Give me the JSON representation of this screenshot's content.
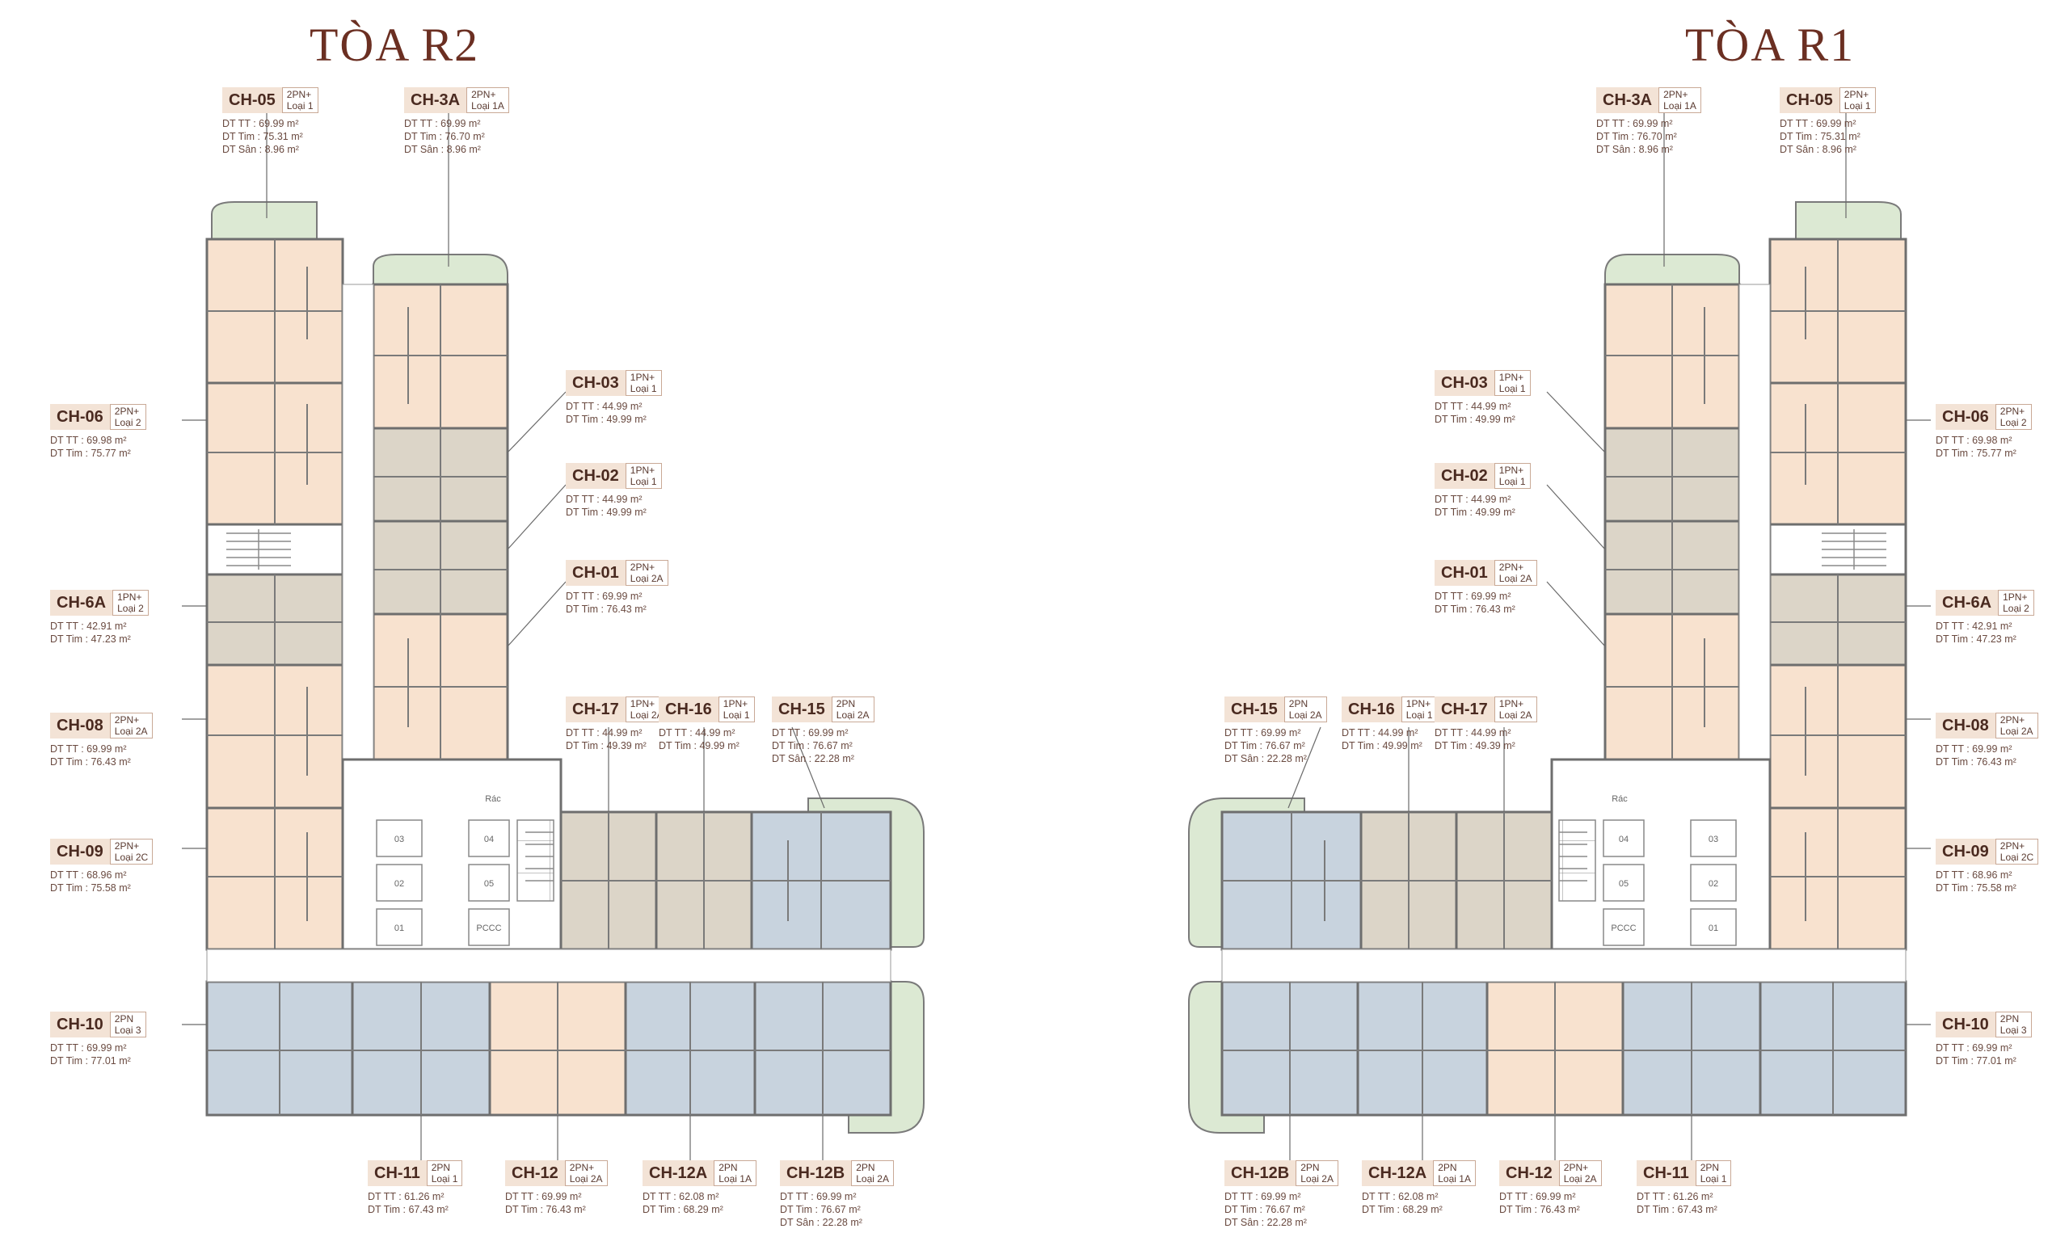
{
  "titles": {
    "r2": "TÒA R2",
    "r1": "TÒA R1"
  },
  "colors": {
    "beige": "#f8e2cf",
    "gray": "#dcd5c8",
    "blue": "#c8d3de",
    "green": "#dce9d3"
  },
  "facilities": {
    "trash": "Rác",
    "fire": "PCCC",
    "elev_a": "01",
    "elev_b": "02",
    "elev_c": "03",
    "elev_d": "04",
    "elev_e": "05"
  },
  "r2": {
    "ch05": {
      "code": "CH-05",
      "t1": "2PN+",
      "t2": "Loại 1",
      "s1": "DT TT   : 69.99 m²",
      "s2": "DT Tim : 75.31 m²",
      "s3": "DT Sân : 8.96 m²"
    },
    "ch3a": {
      "code": "CH-3A",
      "t1": "2PN+",
      "t2": "Loại 1A",
      "s1": "DT TT   : 69.99 m²",
      "s2": "DT Tim : 76.70 m²",
      "s3": "DT Sân : 8.96 m²"
    },
    "ch06": {
      "code": "CH-06",
      "t1": "2PN+",
      "t2": "Loại 2",
      "s1": "DT TT   : 69.98 m²",
      "s2": "DT Tim : 75.77 m²"
    },
    "ch03": {
      "code": "CH-03",
      "t1": "1PN+",
      "t2": "Loại 1",
      "s1": "DT TT   : 44.99 m²",
      "s2": "DT Tim : 49.99 m²"
    },
    "ch02": {
      "code": "CH-02",
      "t1": "1PN+",
      "t2": "Loại 1",
      "s1": "DT TT   : 44.99 m²",
      "s2": "DT Tim : 49.99 m²"
    },
    "ch6a": {
      "code": "CH-6A",
      "t1": "1PN+",
      "t2": "Loại 2",
      "s1": "DT TT   : 42.91 m²",
      "s2": "DT Tim : 47.23 m²"
    },
    "ch01": {
      "code": "CH-01",
      "t1": "2PN+",
      "t2": "Loại 2A",
      "s1": "DT TT   : 69.99 m²",
      "s2": "DT Tim : 76.43 m²"
    },
    "ch17": {
      "code": "CH-17",
      "t1": "1PN+",
      "t2": "Loại 2A",
      "s1": "DT TT   : 44.99 m²",
      "s2": "DT Tim : 49.39 m²"
    },
    "ch16": {
      "code": "CH-16",
      "t1": "1PN+",
      "t2": "Loại 1",
      "s1": "DT TT   : 44.99 m²",
      "s2": "DT Tim : 49.99 m²"
    },
    "ch15": {
      "code": "CH-15",
      "t1": "2PN",
      "t2": "Loại 2A",
      "s1": "DT TT   : 69.99 m²",
      "s2": "DT Tim : 76.67 m²",
      "s3": "DT Sân : 22.28 m²"
    },
    "ch08": {
      "code": "CH-08",
      "t1": "2PN+",
      "t2": "Loại 2A",
      "s1": "DT TT   : 69.99 m²",
      "s2": "DT Tim : 76.43 m²"
    },
    "ch09": {
      "code": "CH-09",
      "t1": "2PN+",
      "t2": "Loại 2C",
      "s1": "DT TT   : 68.96 m²",
      "s2": "DT Tim : 75.58 m²"
    },
    "ch10": {
      "code": "CH-10",
      "t1": "2PN",
      "t2": "Loại 3",
      "s1": "DT TT   : 69.99 m²",
      "s2": "DT Tim : 77.01 m²"
    },
    "ch11": {
      "code": "CH-11",
      "t1": "2PN",
      "t2": "Loại 1",
      "s1": "DT TT   : 61.26 m²",
      "s2": "DT Tim : 67.43 m²"
    },
    "ch12": {
      "code": "CH-12",
      "t1": "2PN+",
      "t2": "Loại 2A",
      "s1": "DT TT   : 69.99 m²",
      "s2": "DT Tim : 76.43 m²"
    },
    "ch12a": {
      "code": "CH-12A",
      "t1": "2PN",
      "t2": "Loại 1A",
      "s1": "DT TT   : 62.08 m²",
      "s2": "DT Tim : 68.29 m²"
    },
    "ch12b": {
      "code": "CH-12B",
      "t1": "2PN",
      "t2": "Loại 2A",
      "s1": "DT TT   : 69.99 m²",
      "s2": "DT Tim : 76.67 m²",
      "s3": "DT Sân : 22.28 m²"
    }
  },
  "r1": {
    "ch3a": {
      "code": "CH-3A",
      "t1": "2PN+",
      "t2": "Loại 1A",
      "s1": "DT TT   : 69.99 m²",
      "s2": "DT Tim : 76.70 m²",
      "s3": "DT Sân : 8.96 m²"
    },
    "ch05": {
      "code": "CH-05",
      "t1": "2PN+",
      "t2": "Loại 1",
      "s1": "DT TT   : 69.99 m²",
      "s2": "DT Tim : 75.31 m²",
      "s3": "DT Sân : 8.96 m²"
    },
    "ch03": {
      "code": "CH-03",
      "t1": "1PN+",
      "t2": "Loại 1",
      "s1": "DT TT   : 44.99 m²",
      "s2": "DT Tim : 49.99 m²"
    },
    "ch06": {
      "code": "CH-06",
      "t1": "2PN+",
      "t2": "Loại 2",
      "s1": "DT TT   : 69.98 m²",
      "s2": "DT Tim : 75.77 m²"
    },
    "ch02": {
      "code": "CH-02",
      "t1": "1PN+",
      "t2": "Loại 1",
      "s1": "DT TT   : 44.99 m²",
      "s2": "DT Tim : 49.99 m²"
    },
    "ch01": {
      "code": "CH-01",
      "t1": "2PN+",
      "t2": "Loại 2A",
      "s1": "DT TT   : 69.99 m²",
      "s2": "DT Tim : 76.43 m²"
    },
    "ch6a": {
      "code": "CH-6A",
      "t1": "1PN+",
      "t2": "Loại 2",
      "s1": "DT TT   : 42.91 m²",
      "s2": "DT Tim : 47.23 m²"
    },
    "ch15": {
      "code": "CH-15",
      "t1": "2PN",
      "t2": "Loại 2A",
      "s1": "DT TT   : 69.99 m²",
      "s2": "DT Tim : 76.67 m²",
      "s3": "DT Sân : 22.28 m²"
    },
    "ch16": {
      "code": "CH-16",
      "t1": "1PN+",
      "t2": "Loại 1",
      "s1": "DT TT   : 44.99 m²",
      "s2": "DT Tim : 49.99 m²"
    },
    "ch17": {
      "code": "CH-17",
      "t1": "1PN+",
      "t2": "Loại 2A",
      "s1": "DT TT   : 44.99 m²",
      "s2": "DT Tim : 49.39 m²"
    },
    "ch08": {
      "code": "CH-08",
      "t1": "2PN+",
      "t2": "Loại 2A",
      "s1": "DT TT   : 69.99 m²",
      "s2": "DT Tim : 76.43 m²"
    },
    "ch09": {
      "code": "CH-09",
      "t1": "2PN+",
      "t2": "Loại 2C",
      "s1": "DT TT   : 68.96 m²",
      "s2": "DT Tim : 75.58 m²"
    },
    "ch10": {
      "code": "CH-10",
      "t1": "2PN",
      "t2": "Loại 3",
      "s1": "DT TT   : 69.99 m²",
      "s2": "DT Tim : 77.01 m²"
    },
    "ch12b": {
      "code": "CH-12B",
      "t1": "2PN",
      "t2": "Loại 2A",
      "s1": "DT TT   : 69.99 m²",
      "s2": "DT Tim : 76.67 m²",
      "s3": "DT Sân : 22.28 m²"
    },
    "ch12a": {
      "code": "CH-12A",
      "t1": "2PN",
      "t2": "Loại 1A",
      "s1": "DT TT   : 62.08 m²",
      "s2": "DT Tim : 68.29 m²"
    },
    "ch12": {
      "code": "CH-12",
      "t1": "2PN+",
      "t2": "Loại 2A",
      "s1": "DT TT   : 69.99 m²",
      "s2": "DT Tim : 76.43 m²"
    },
    "ch11": {
      "code": "CH-11",
      "t1": "2PN",
      "t2": "Loại 1",
      "s1": "DT TT   : 61.26 m²",
      "s2": "DT Tim : 67.43 m²"
    }
  }
}
